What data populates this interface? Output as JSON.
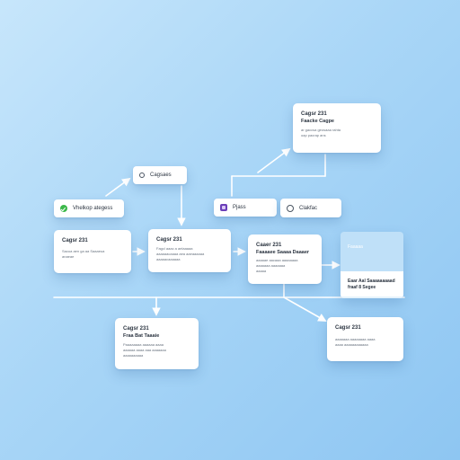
{
  "diagram": {
    "pills": {
      "top_center": {
        "label": "Cagsaes"
      },
      "left": {
        "label": "Vhelkop ategess"
      },
      "middle": {
        "label": "Pjass"
      },
      "right": {
        "label": "Clakfac"
      }
    },
    "cards": {
      "top_right": {
        "title": "Cagsr 231",
        "subtitle": "Faacke Cagpe",
        "lines": [
          "ar gaccsa geosaaa rahta",
          "oap pacrap ans"
        ]
      },
      "left": {
        "title": "Cagsr 231",
        "lines": [
          "Sacua aen ga aa Saaaeua",
          "anaeae"
        ]
      },
      "center": {
        "title": "Cagsr 231",
        "lines": [
          "Fagcl aaac a aelaaaaa",
          "aaaaaacaaaa aea aaeaaaaaa",
          "aaaaacaaaaaa"
        ]
      },
      "center_right": {
        "title": "Caaer 231",
        "subtitle": "Faaaaee Saaaa Daaaer",
        "lines": [
          "aaaaae aacaaa aaaaaaaa",
          "aaaaaaa aaaaaaa",
          "aaaaa"
        ]
      },
      "bottom_left": {
        "title": "Cagsr 231",
        "subtitle": "Fraa Bat Taaaie",
        "lines": [
          "Paaaaaaaa aaaaaa aaaa",
          "aaaaaa aaaa aaa aaaaaaa",
          "aaaaaaaaaa"
        ]
      },
      "bottom_right": {
        "title": "Cagsr 231",
        "lines": [
          "aaaaaaa aaaaaaaa aaaa",
          "aaaa aaaaaaaaaaaa"
        ]
      }
    },
    "highlight_card": {
      "header": "Faaaaa",
      "line1": "Eaar Aal Saaaaaaaaad",
      "line2": "fraaf 8 Segee"
    },
    "colors": {
      "background_start": "#c7e6fb",
      "background_end": "#8ec6f2",
      "connector": "#ffffff",
      "accent_green": "#3cb84a",
      "accent_purple": "#6b3fb8"
    }
  }
}
